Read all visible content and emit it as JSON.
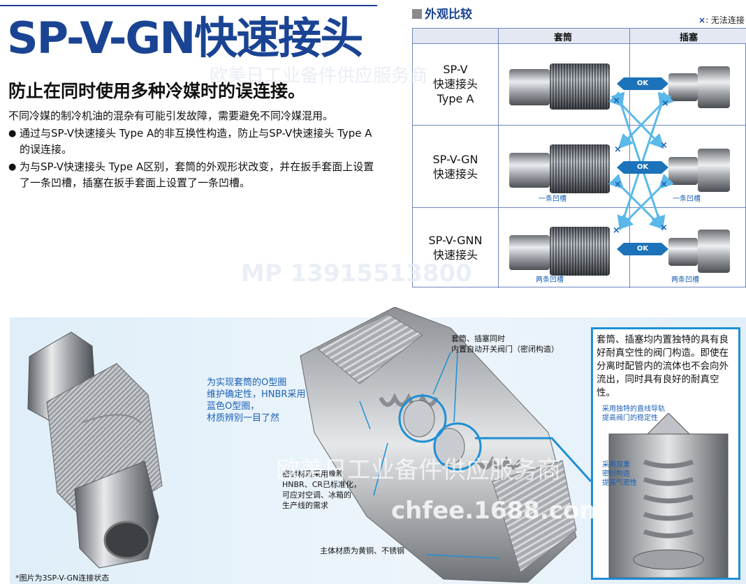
{
  "header": {
    "title": "SP-V-GN快速接头",
    "subtitle": "防止在同时使用多种冷媒时的误连接。",
    "intro": "不同冷媒的制冷机油的混杂有可能引发故障，需要避免不同冷媒混用。",
    "bullets": [
      "通过与SP-V快速接头  Type A的非互换性构造，防止与SP-V快速接头  Type A的误连接。",
      "为与SP-V快速接头  Type A区别，套筒的外观形状改变，并在扳手套面上设置了一条凹槽，插塞在扳手套面上设置了一条凹槽。"
    ],
    "bullet_marker": "●"
  },
  "comparison": {
    "title": "外观比较",
    "legend": {
      "mark": "×",
      "text": ": 无法连接"
    },
    "col_socket": "套筒",
    "col_plug": "插塞",
    "rows": [
      {
        "label_line1": "SP-V",
        "label_line2": "快速接头",
        "label_line3": "Type A"
      },
      {
        "label_line1": "SP-V-GN",
        "label_line2": "快速接头",
        "groove_note": "一条凹槽"
      },
      {
        "label_line1": "SP-V-GNN",
        "label_line2": "快速接头",
        "groove_note": "两条凹槽"
      }
    ],
    "ok_label": "OK",
    "x_mark": "×"
  },
  "bottom": {
    "photo_caption": "*图片为3SP-V-GN连接状态",
    "callout_oring": [
      "为实现套筒的O型圈",
      "维护确定性，HNBR采用",
      "蓝色O型圈，",
      "材质辨别一目了然"
    ],
    "callout_valve": [
      "套筒、插塞同时",
      "内置自动开关阀门（密闭构造）"
    ],
    "callout_seal": [
      "密封材质采用橡胶",
      "HNBR、CR已标准化，",
      "可应对空调、冰箱的",
      "生产线的需求"
    ],
    "callout_body": "主体材质为黄铜、不锈钢",
    "zoom_text": "套筒、插塞均内置独特的具有良好耐真空性的阀门构造。即使在分离时配管内的流体也不会向外流出，同时具有良好的耐真空性。",
    "zoom_note1": [
      "采用独特的直线导轨",
      "提高阀门的稳定性"
    ],
    "zoom_note2": [
      "采用双重",
      "密封构造",
      "提高气密性"
    ]
  },
  "watermarks": {
    "phone": "MP 13915513800",
    "company": "欧美日工业备件供应服务商",
    "site": "chfee.1688.com"
  },
  "colors": {
    "brand_blue": "#1a4493",
    "accent_blue": "#1d73b9",
    "arrow_blue": "#5ab8ea",
    "panel_bg": "#e4f0fa"
  }
}
